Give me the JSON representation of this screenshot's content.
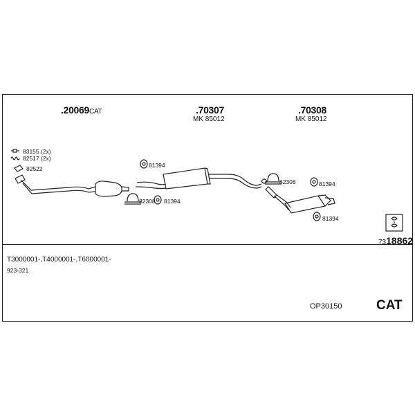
{
  "parts": {
    "cat": {
      "number": ".20069",
      "suffix": "CAT"
    },
    "middle": {
      "number": ".70307",
      "sub": "MK 85012"
    },
    "rear": {
      "number": ".70308",
      "sub": "MK 85012"
    }
  },
  "kit": {
    "p83155": "83155 (2x)",
    "p82517": "82517 (2x)",
    "p82522": "82522",
    "p81394a": "81394",
    "p82308a": "82308",
    "p81394b": "81394",
    "p82308b": "82308",
    "p81394c": "81394",
    "p81394d": "81394"
  },
  "misc": {
    "prefix": "73",
    "number": "18862"
  },
  "footer": {
    "models": "T3000001-,T4000001-,T6000001-",
    "year_range": "923-321",
    "code": "OP30150",
    "cat_label": "CAT"
  }
}
